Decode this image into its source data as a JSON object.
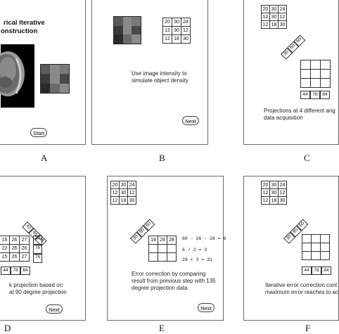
{
  "panels": {
    "A": {
      "label": "A",
      "title_line1": "rical Iterative",
      "title_line2": "onstruction",
      "start_label": "Start"
    },
    "B": {
      "label": "B",
      "grid": [
        [
          "20",
          "30",
          "24"
        ],
        [
          "12",
          "30",
          "12"
        ],
        [
          "12",
          "18",
          "30"
        ]
      ],
      "caption_line1": "Use image intensity to",
      "caption_line2": "simulate object density",
      "next_label": "Next"
    },
    "C": {
      "label": "C",
      "grid": [
        [
          "20",
          "30",
          "24"
        ],
        [
          "12",
          "30",
          "12"
        ],
        [
          "12",
          "18",
          "30"
        ]
      ],
      "diag": [
        "60",
        "60",
        "30"
      ],
      "bottom": [
        "44",
        "78",
        "84"
      ],
      "caption_line1": "Projections at 4 different ang",
      "caption_line2": "data acquisition"
    },
    "D": {
      "label": "D",
      "diag": [
        "42",
        "66",
        "48"
      ],
      "rows": [
        [
          "15",
          "26",
          "27"
        ],
        [
          "22",
          "26",
          "26"
        ],
        [
          "15",
          "26",
          "27"
        ]
      ],
      "right": [
        "74",
        "76",
        "76"
      ],
      "bottom": [
        "44",
        "78",
        "84"
      ],
      "caption_line1": "k projection based on",
      "caption_line2": "at 90 degree projection",
      "next_label": "Next"
    },
    "E": {
      "label": "E",
      "grid": [
        [
          "20",
          "30",
          "24"
        ],
        [
          "12",
          "30",
          "12"
        ],
        [
          "12",
          "18",
          "30"
        ]
      ],
      "diag": [
        "60",
        "80",
        "30"
      ],
      "recon": [
        [
          "19",
          "29",
          "28"
        ],
        [
          "",
          "",
          ""
        ],
        [
          "",
          "",
          ""
        ]
      ],
      "eq1": "60 - 26 - 28 = 6",
      "eq2": "6 / 2 = 3",
      "eq3": "28 + 3 = 31",
      "caption_line1": "Error correction by comparing",
      "caption_line2": "result from previous step with 135",
      "caption_line3": "degree projection data",
      "next_label": "Next"
    },
    "F": {
      "label": "F",
      "grid": [
        [
          "20",
          "30",
          "24"
        ],
        [
          "12",
          "30",
          "12"
        ],
        [
          "12",
          "18",
          "30"
        ]
      ],
      "diag": [
        "60",
        "80",
        "30"
      ],
      "bottom": [
        "44",
        "78",
        "84"
      ],
      "caption_line1": "Iterative error correction cont",
      "caption_line2": "maximum error reaches to ac"
    }
  }
}
